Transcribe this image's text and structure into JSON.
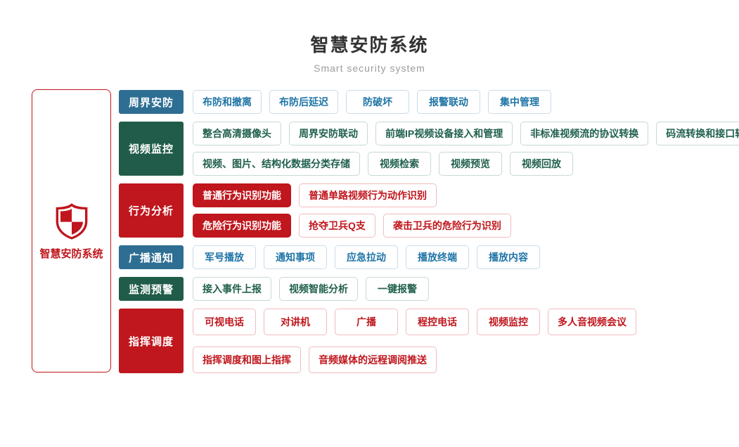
{
  "header": {
    "title": "智慧安防系统",
    "subtitle": "Smart security system"
  },
  "root": {
    "label": "智慧安防系统",
    "icon": "shield-icon",
    "accent": "#c0161d"
  },
  "themes": {
    "blue": {
      "block": "#2e6e93",
      "text": "#1e74a6",
      "border": "#c9dcea"
    },
    "green": {
      "block": "#205c49",
      "text": "#20604d",
      "border": "#c6dacf"
    },
    "red": {
      "block": "#c0161d",
      "text": "#c0161d",
      "border": "#f0bcbe"
    }
  },
  "categories": [
    {
      "label": "周界安防",
      "theme": "blue",
      "lines": [
        [
          "布防和撤离",
          "布防后延迟",
          "防破坏",
          "报警联动",
          "集中管理"
        ]
      ]
    },
    {
      "label": "视频监控",
      "theme": "green",
      "lines": [
        [
          "整合高清摄像头",
          "周界安防联动",
          "前端IP视频设备接入和管理",
          "非标准视频流的协议转换",
          "码流转换和接口转换"
        ],
        [
          "视频、图片、结构化数据分类存储",
          "视频检索",
          "视频预览",
          "视频回放"
        ]
      ]
    },
    {
      "label": "行为分析",
      "theme": "red",
      "lines": [
        [
          {
            "label": "普通行为识别功能",
            "variant": "filled"
          },
          "普通单路视频行为动作识别"
        ],
        [
          {
            "label": "危险行为识别功能",
            "variant": "filled"
          },
          "抢夺卫兵Q支",
          "袭击卫兵的危险行为识别"
        ]
      ]
    },
    {
      "label": "广播通知",
      "theme": "blue",
      "lines": [
        [
          "军号播放",
          "通知事项",
          "应急拉动",
          "播放终端",
          "播放内容"
        ]
      ]
    },
    {
      "label": "监测预警",
      "theme": "green",
      "lines": [
        [
          "接入事件上报",
          "视频智能分析",
          "一键报警"
        ]
      ]
    },
    {
      "label": "指挥调度",
      "theme": "red",
      "tall": true,
      "lines": [
        [
          "可视电话",
          "对讲机",
          "广播",
          "程控电话",
          "视频监控",
          "多人音视频会议"
        ],
        [
          "指挥调度和图上指挥",
          "音频媒体的远程调阅推送"
        ]
      ]
    }
  ]
}
